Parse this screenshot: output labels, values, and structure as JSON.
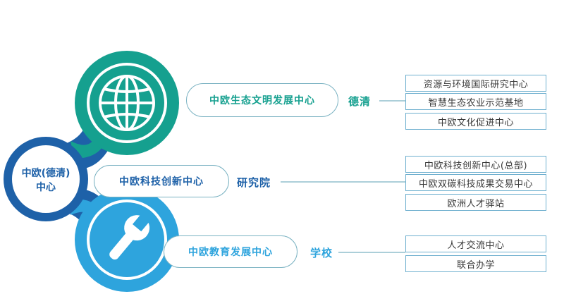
{
  "hub": {
    "line1": "中欧(德清)",
    "line2": "中心"
  },
  "centers": [
    {
      "title": "中欧生态文明发展中心",
      "tag": "德清",
      "color": "#15a08f",
      "icon": "globe-icon",
      "items": [
        "资源与环境国际研究中心",
        "智慧生态农业示范基地",
        "中欧文化促进中心"
      ]
    },
    {
      "title": "中欧科技创新中心",
      "tag": "研究院",
      "color": "#1e61a8",
      "icon": "",
      "items": [
        "中欧科技创新中心(总部)",
        "中欧双碳科技成果交易中心",
        "欧洲人才驿站"
      ]
    },
    {
      "title": "中欧教育发展中心",
      "tag": "学校",
      "color": "#2ea4dd",
      "icon": "wrench-icon",
      "items": [
        "人才交流中心",
        "联合办学"
      ]
    }
  ]
}
